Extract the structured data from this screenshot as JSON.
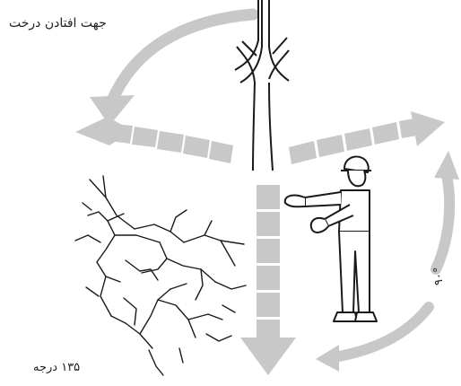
{
  "labels": {
    "fall_direction": "جهت افتادن درخت",
    "angle_90": "۹۰°",
    "angle_135": "۱۳۵ درجه"
  },
  "colors": {
    "arrow": "#c8c8c8",
    "line": "#1a1a1a",
    "background": "#ffffff"
  },
  "icons": [
    "tree-trunk-icon",
    "worker-with-helmet-icon",
    "fallen-branches-icon"
  ]
}
